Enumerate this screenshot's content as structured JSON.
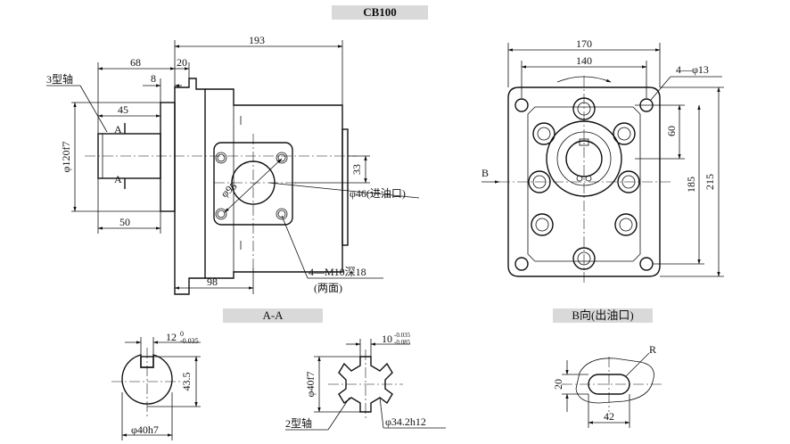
{
  "titles": {
    "main": "CB100",
    "section_aa": "A-A",
    "view_b": "B向(出油口)"
  },
  "front_view": {
    "dim_193": "193",
    "dim_68": "68",
    "dim_20": "20",
    "dim_8": "8",
    "dim_45": "45",
    "dim_50": "50",
    "dim_98": "98",
    "dim_33": "33",
    "shaft_label": "3型轴",
    "section_mark_top": "A",
    "section_mark_bottom": "A",
    "dia_120": "φ120f7",
    "dia_95": "φ95",
    "dia_46": "φ46(进油口)",
    "thread_line1": "4—M10深18",
    "thread_line2": "(两面)"
  },
  "side_view": {
    "dim_170": "170",
    "dim_140": "140",
    "holes": "4—φ13",
    "dim_60": "60",
    "dim_185": "185",
    "dim_215": "215",
    "view_arrow": "B"
  },
  "section_a": {
    "dim_12": "12",
    "tol_12_upper": "0",
    "tol_12_lower": "-0.035",
    "dim_435": "43.5",
    "dia_40h7": "φ40h7"
  },
  "section_spline": {
    "dim_10": "10",
    "tol_10_upper": "-0.035",
    "tol_10_lower": "-0.085",
    "dia_40f7": "φ40f7",
    "dia_342": "φ34.2h12",
    "shaft_label": "2型轴"
  },
  "view_b_detail": {
    "radius": "R",
    "dim_20": "20",
    "dim_42": "42"
  }
}
